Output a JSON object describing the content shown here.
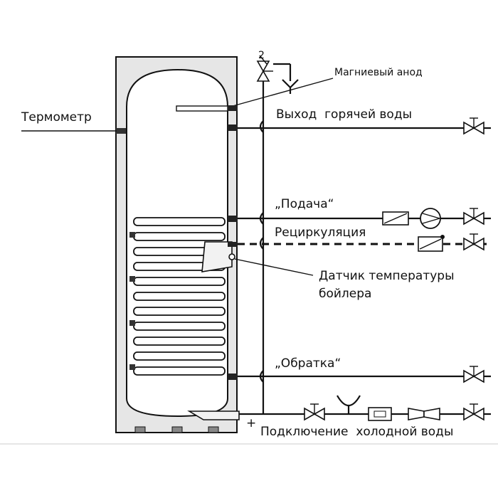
{
  "diagram": {
    "labels": {
      "magnesium_anode": "Магниевый анод",
      "thermometer": "Термометр",
      "hot_water_outlet": "Выход  горячей воды",
      "supply": "„Подача“",
      "recirculation": "Рециркуляция",
      "sensor_line1": "Датчик температуры",
      "sensor_line2": "бойлера",
      "return": "„Обратка“",
      "cold_water": "Подключение  холодной воды",
      "plus_sign": "+",
      "safety_number": "2"
    },
    "colors": {
      "line": "#111111",
      "tank_casing": "#e6e6e6",
      "tank_inner": "#ffffff",
      "background": "#ffffff"
    }
  }
}
